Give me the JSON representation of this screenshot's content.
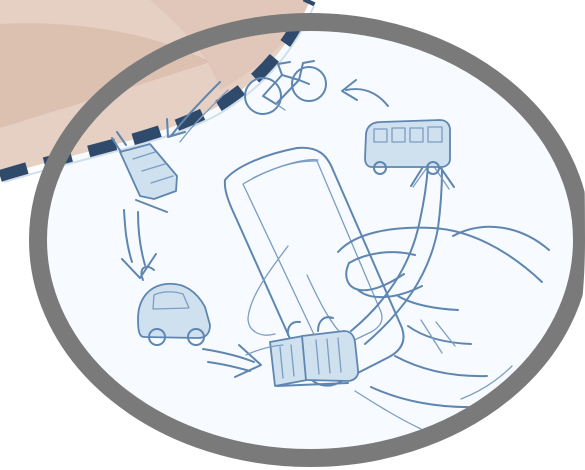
{
  "scene": {
    "subject": "hand-holding-smartphone",
    "transport_modes": [
      "bicycle",
      "bus",
      "tram",
      "car-sharing",
      "train"
    ],
    "colors": {
      "ring": "#7a7a7a",
      "ring_inner": "#f7fbff",
      "sketch": "#5f86b0",
      "corner_fill": "#e6cfc3",
      "dash": "#2f4a6b"
    }
  }
}
